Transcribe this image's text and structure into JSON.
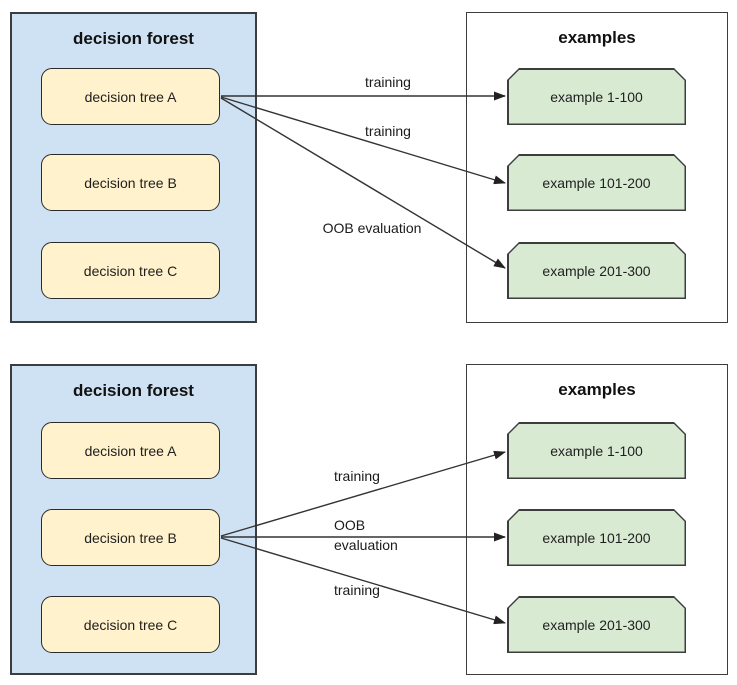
{
  "colors": {
    "forest_fill": "#cfe2f3",
    "tree_fill": "#fff2cc",
    "example_fill": "#d9ead3",
    "arrow_stroke": "#333333"
  },
  "panels": [
    {
      "forest_title": "decision forest",
      "trees": [
        "decision tree A",
        "decision tree B",
        "decision tree C"
      ],
      "examples_title": "examples",
      "examples": [
        "example 1-100",
        "example 101-200",
        "example 201-300"
      ],
      "arrows": [
        {
          "from": "decision tree A",
          "to": "example 1-100",
          "label": "training"
        },
        {
          "from": "decision tree A",
          "to": "example 101-200",
          "label": "training"
        },
        {
          "from": "decision tree A",
          "to": "example 201-300",
          "label": "OOB evaluation"
        }
      ]
    },
    {
      "forest_title": "decision forest",
      "trees": [
        "decision tree A",
        "decision tree B",
        "decision tree C"
      ],
      "examples_title": "examples",
      "examples": [
        "example 1-100",
        "example 101-200",
        "example 201-300"
      ],
      "arrows": [
        {
          "from": "decision tree B",
          "to": "example 1-100",
          "label": "training"
        },
        {
          "from": "decision tree B",
          "to": "example 101-200",
          "label": "OOB evaluation"
        },
        {
          "from": "decision tree B",
          "to": "example 201-300",
          "label": "training"
        }
      ]
    }
  ]
}
